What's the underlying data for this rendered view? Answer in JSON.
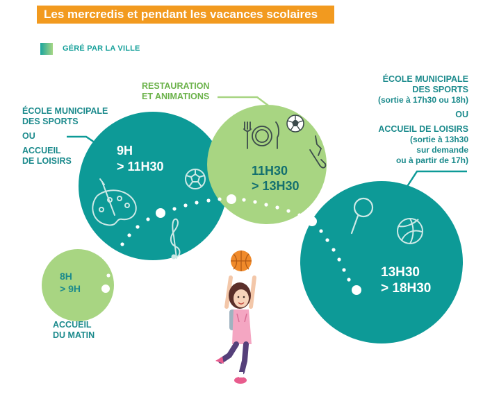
{
  "header": {
    "title": "Les mercredis et pendant les vacances scolaires"
  },
  "legend": {
    "label": "GÉRÉ PAR LA VILLE"
  },
  "labels": {
    "ecole_left": {
      "l1": "ÉCOLE MUNICIPALE",
      "l2": "DES SPORTS",
      "ou": "OU",
      "l3": "ACCUEIL",
      "l4": "DE LOISIRS"
    },
    "restauration": {
      "l1": "RESTAURATION",
      "l2": "ET ANIMATIONS"
    },
    "ecole_right": {
      "l1": "ÉCOLE MUNICIPALE",
      "l2": "DES SPORTS",
      "l3": "(sortie à 17h30 ou 18h)",
      "ou": "OU",
      "l4": "ACCUEIL DE LOISIRS",
      "l5": "(sortie à 13h30",
      "l6": "sur demande",
      "l7": "ou à partir de 17h)"
    },
    "accueil_matin": {
      "l1": "ACCUEIL",
      "l2": "DU MATIN"
    }
  },
  "times": {
    "matin": {
      "start": "8H",
      "end": "> 9H"
    },
    "matinee": {
      "start": "9H",
      "end": "> 11H30"
    },
    "midi": {
      "start": "11H30",
      "end": "> 13H30"
    },
    "apresmidi": {
      "start": "13H30",
      "end": "> 18H30"
    }
  },
  "colors": {
    "teal": "#0d9a97",
    "light_green": "#a8d582",
    "label_text": "#1b8a8c",
    "banner": "#f29a1f",
    "white": "#ffffff"
  },
  "icons": [
    "palette-icon",
    "soccer-ball-icon",
    "music-note-icon",
    "fork-icon",
    "plate-icon",
    "knife-icon",
    "paintbrush-icon",
    "magnifying-glass-icon",
    "volleyball-icon",
    "basketball-icon",
    "girl-illustration"
  ]
}
